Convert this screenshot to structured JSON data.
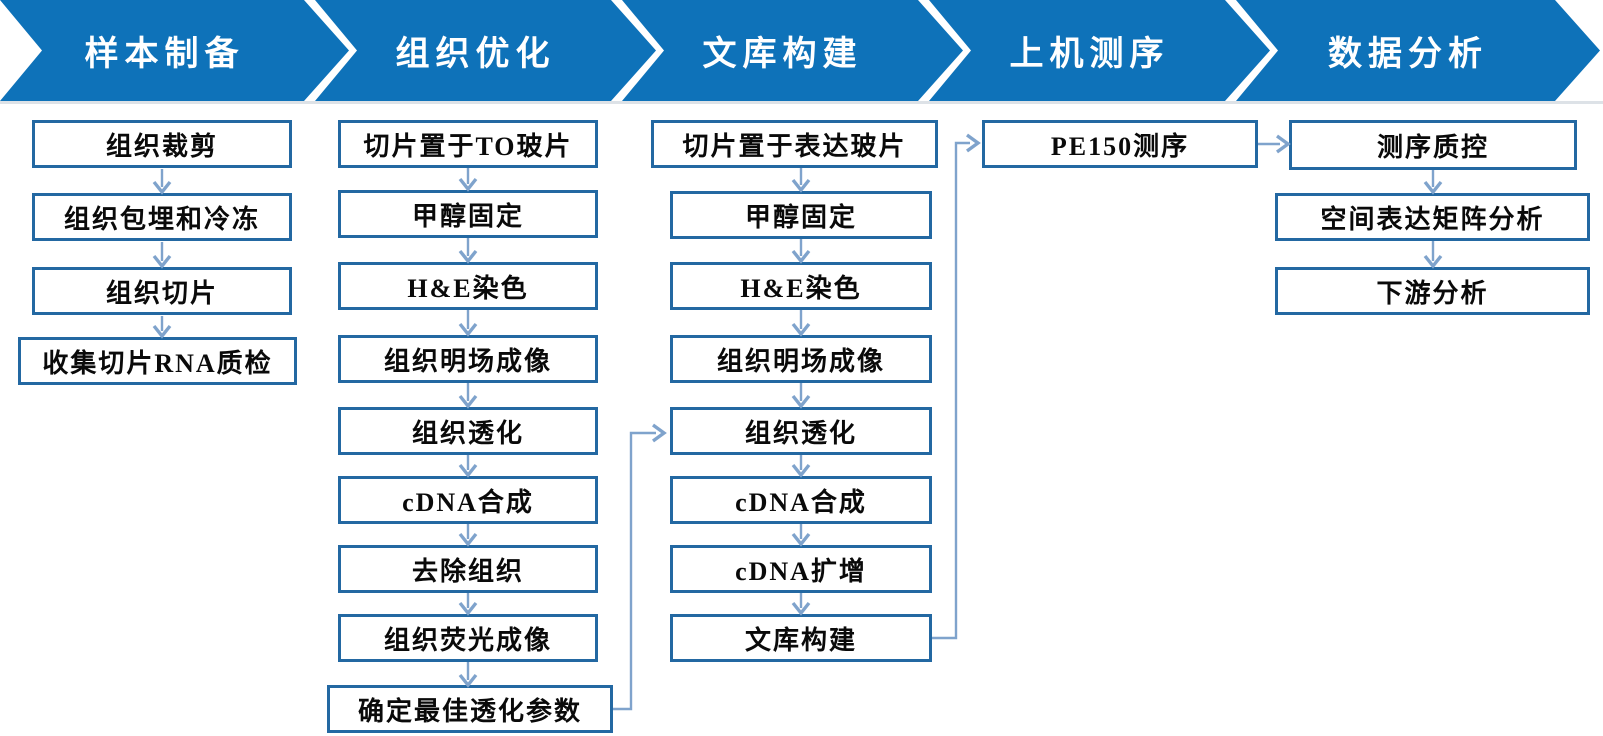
{
  "stages": [
    {
      "label": "样本制备",
      "steps": [
        "组织裁剪",
        "组织包埋和冷冻",
        "组织切片",
        "收集切片RNA质检"
      ]
    },
    {
      "label": "组织优化",
      "steps": [
        "切片置于TO玻片",
        "甲醇固定",
        "H&E染色",
        "组织明场成像",
        "组织透化",
        "cDNA合成",
        "去除组织",
        "组织荧光成像",
        "确定最佳透化参数"
      ]
    },
    {
      "label": "文库构建",
      "steps": [
        "切片置于表达玻片",
        "甲醇固定",
        "H&E染色",
        "组织明场成像",
        "组织透化",
        "cDNA合成",
        "cDNA扩增",
        "文库构建"
      ]
    },
    {
      "label": "上机测序",
      "steps": [
        "PE150测序"
      ]
    },
    {
      "label": "数据分析",
      "steps": [
        "测序质控",
        "空间表达矩阵分析",
        "下游分析"
      ]
    }
  ],
  "flow_links": [
    {
      "from": "确定最佳透化参数",
      "to": "组织透化"
    },
    {
      "from": "文库构建",
      "to": "PE150测序"
    },
    {
      "from": "PE150测序",
      "to": "测序质控"
    }
  ],
  "colors": {
    "header_blue": "#0e72b9",
    "box_border": "#2368a2",
    "arrow": "#7fa3cc",
    "text": "#0a0a0a",
    "header_text": "#ffffff"
  }
}
